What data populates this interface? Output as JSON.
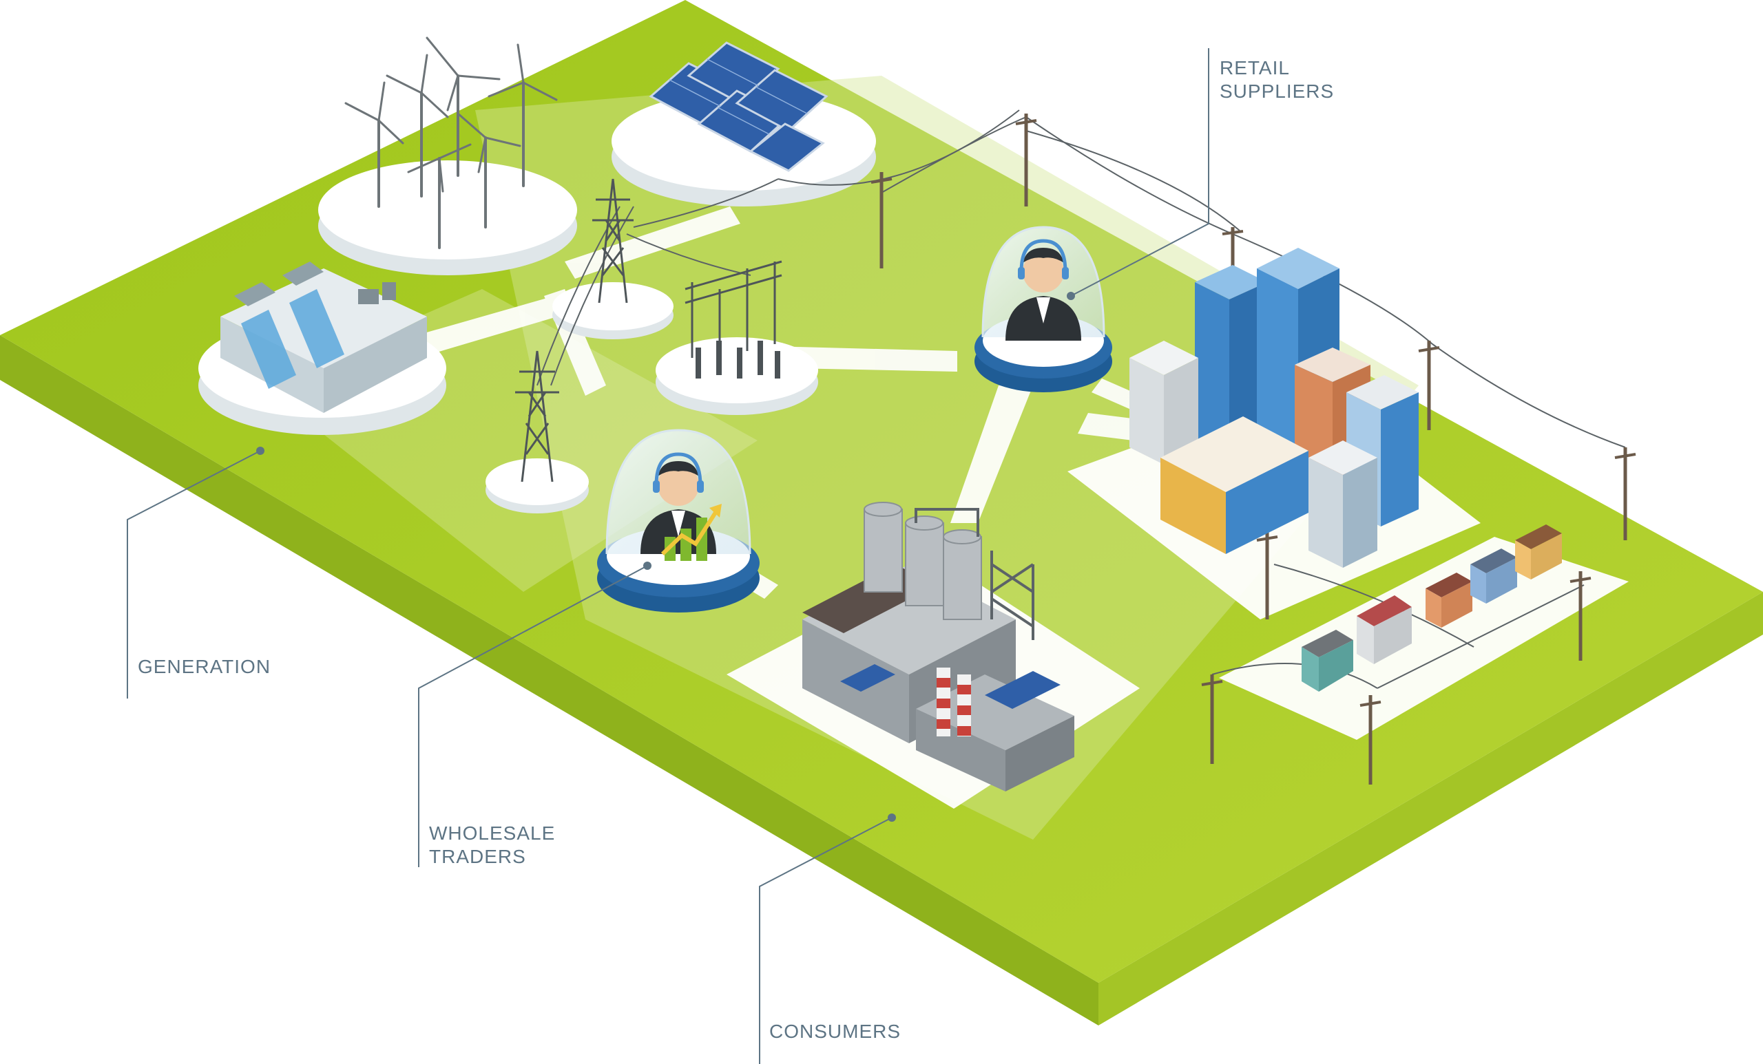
{
  "labels": {
    "retail_suppliers": [
      "RETAIL",
      "SUPPLIERS"
    ],
    "generation": "GENERATION",
    "wholesale_traders": [
      "WHOLESALE",
      "TRADERS"
    ],
    "consumers": "CONSUMERS"
  },
  "colors": {
    "ground_top": "#a9cb28",
    "ground_light": "#d5e79a",
    "ground_side_front": "#8fb21c",
    "ground_side_right": "#a4c526",
    "platform": "#ffffff",
    "platform_shadow": "#dfe6e9",
    "trader_ring": "#2a6aa8",
    "callout_line": "#5d7484",
    "building_blue": "#3f86c8",
    "building_glass": "#9cc7ea",
    "brick": "#d98a5c",
    "factory_grey": "#9aa1a6",
    "chimney_red": "#c8413a"
  },
  "icons": [
    "wind-turbine-icon",
    "solar-panel-icon",
    "hydro-dam-icon",
    "pylon-icon",
    "substation-icon",
    "operator-headset-icon",
    "factory-icon",
    "office-building-icon",
    "house-icon",
    "utility-pole-icon"
  ]
}
